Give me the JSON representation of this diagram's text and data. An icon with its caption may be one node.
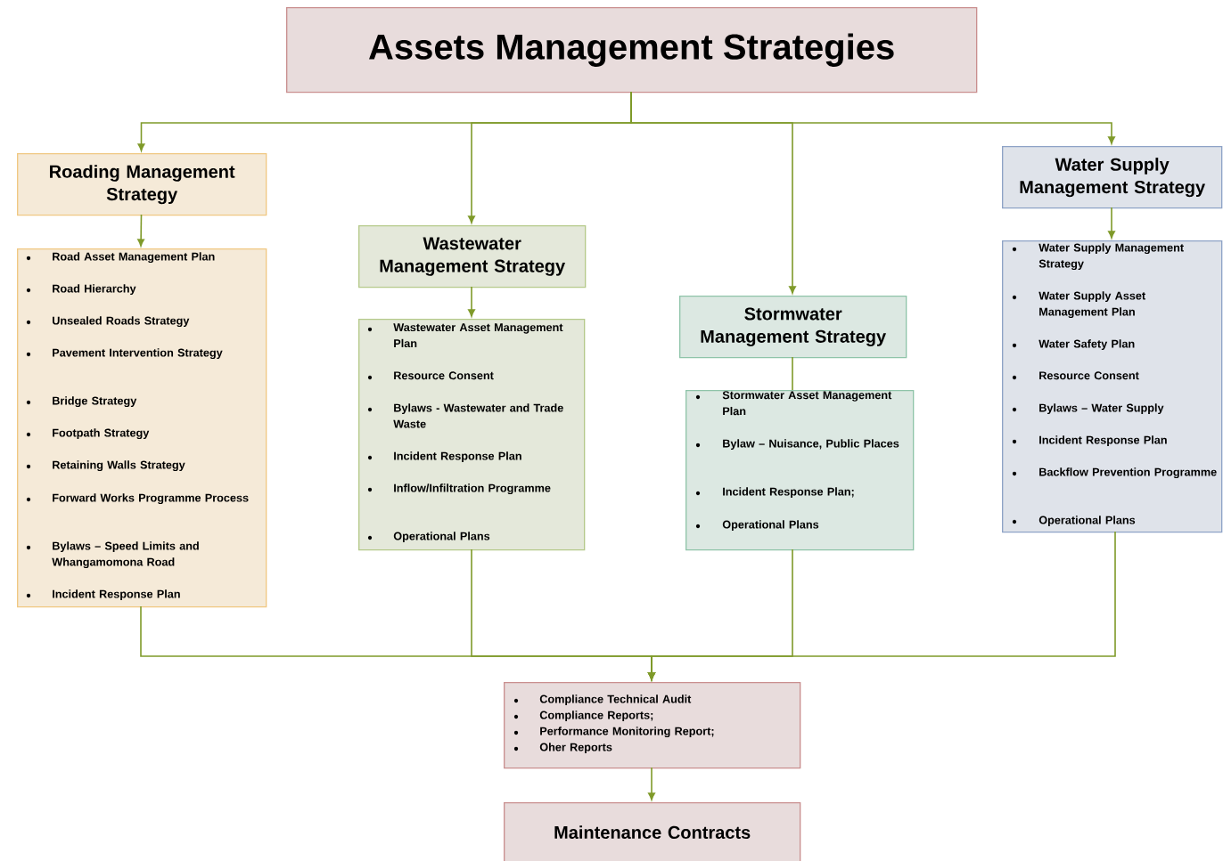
{
  "diagram": {
    "nodes": [
      {
        "text": [
          "Assets Management Strategies"
        ]
      },
      {
        "text": [
          "Roading Management Strategy"
        ]
      },
      {
        "text": [
          "Road Asset Management Plan",
          "Road Hierarchy",
          "Unsealed Roads Strategy",
          "Pavement Intervention Strategy",
          "Bridge Strategy",
          "Footpath Strategy",
          "Retaining Walls Strategy",
          "Forward Works Programme Process",
          "Bylaws – Speed Limits and Whangamomona Road",
          "Incident Response Plan"
        ]
      },
      {
        "text": [
          "Wastewater Management Strategy"
        ]
      },
      {
        "text": [
          "Wastewater Asset Management Plan",
          "Resource Consent",
          "Bylaws - Wastewater and Trade Waste",
          "Incident Response Plan",
          "Inflow/Infiltration Programme",
          "Operational Plans"
        ]
      },
      {
        "text": [
          "Stormwater Management Strategy"
        ]
      },
      {
        "text": [
          "Stormwater Asset Management Plan",
          "Bylaw – Nuisance, Public Places",
          "Incident  Response Plan;",
          "Operational Plans"
        ]
      },
      {
        "text": [
          "Water Supply Management Strategy"
        ]
      },
      {
        "text": [
          "Water Supply Management Strategy",
          "Water Supply Asset Management Plan",
          "Water Safety Plan",
          "Resource Consent",
          "Bylaws – Water Supply",
          "Incident Response Plan",
          "Backflow Prevention Programme",
          "Operational Plans"
        ]
      },
      {
        "text": [
          "Compliance Technical Audit",
          "Compliance Reports;",
          "Performance Monitoring Report;",
          "Oher Reports"
        ]
      },
      {
        "text": [
          "Maintenance Contracts"
        ]
      }
    ],
    "edges": [
      {
        "from": 0,
        "to": 1,
        "arrow": "to"
      },
      {
        "from": 0,
        "to": 3,
        "arrow": "to"
      },
      {
        "from": 0,
        "to": 5,
        "arrow": "to"
      },
      {
        "from": 0,
        "to": 7,
        "arrow": "to"
      },
      {
        "from": 1,
        "to": 2,
        "arrow": "to"
      },
      {
        "from": 3,
        "to": 4,
        "arrow": "to"
      },
      {
        "from": 5,
        "to": 6,
        "arrow": "none"
      },
      {
        "from": 7,
        "to": 8,
        "arrow": "to"
      },
      {
        "from": 2,
        "to": 9,
        "arrow": "to"
      },
      {
        "from": 4,
        "to": 9,
        "arrow": "to"
      },
      {
        "from": 6,
        "to": 9,
        "arrow": "to"
      },
      {
        "from": 8,
        "to": 9,
        "arrow": "to"
      },
      {
        "from": 9,
        "to": 10,
        "arrow": "to"
      }
    ]
  }
}
